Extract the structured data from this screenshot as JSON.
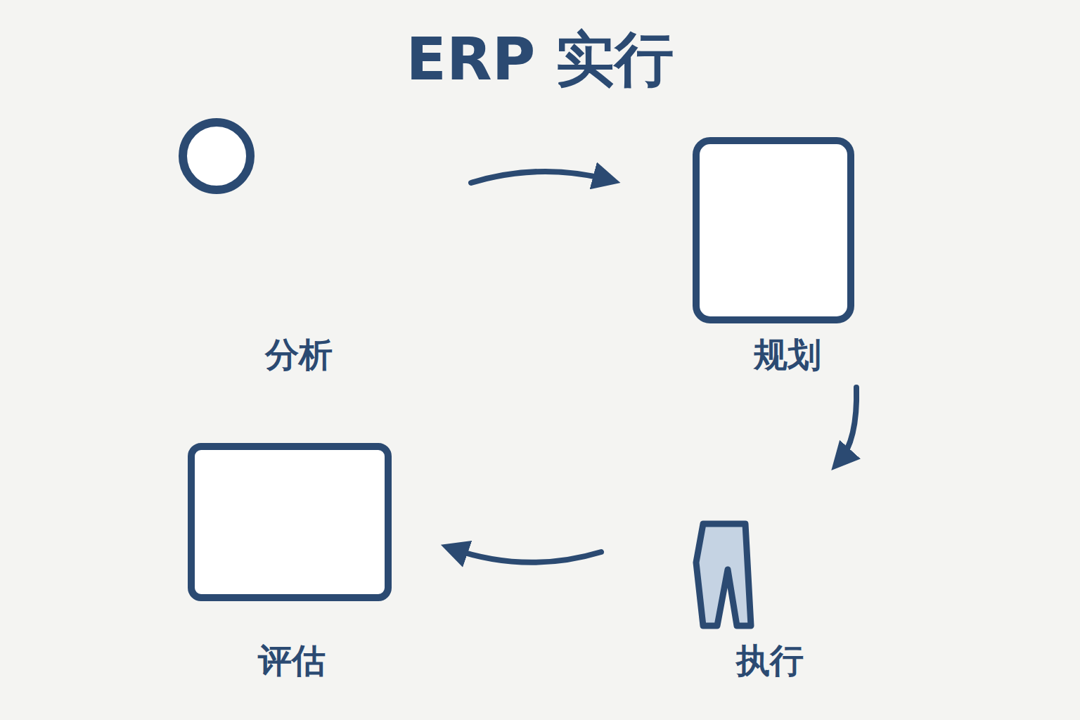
{
  "diagram": {
    "title": "ERP 实行",
    "nodes": [
      {
        "text": [
          "分析"
        ]
      },
      {
        "text": [
          "规划"
        ]
      },
      {
        "text": [
          "执行"
        ]
      },
      {
        "text": [
          "评估"
        ]
      }
    ],
    "edges": [
      {
        "from": 0,
        "to": 1,
        "arrow": "to"
      },
      {
        "from": 1,
        "to": 2,
        "arrow": "to"
      },
      {
        "from": 2,
        "to": 3,
        "arrow": "to"
      }
    ]
  }
}
